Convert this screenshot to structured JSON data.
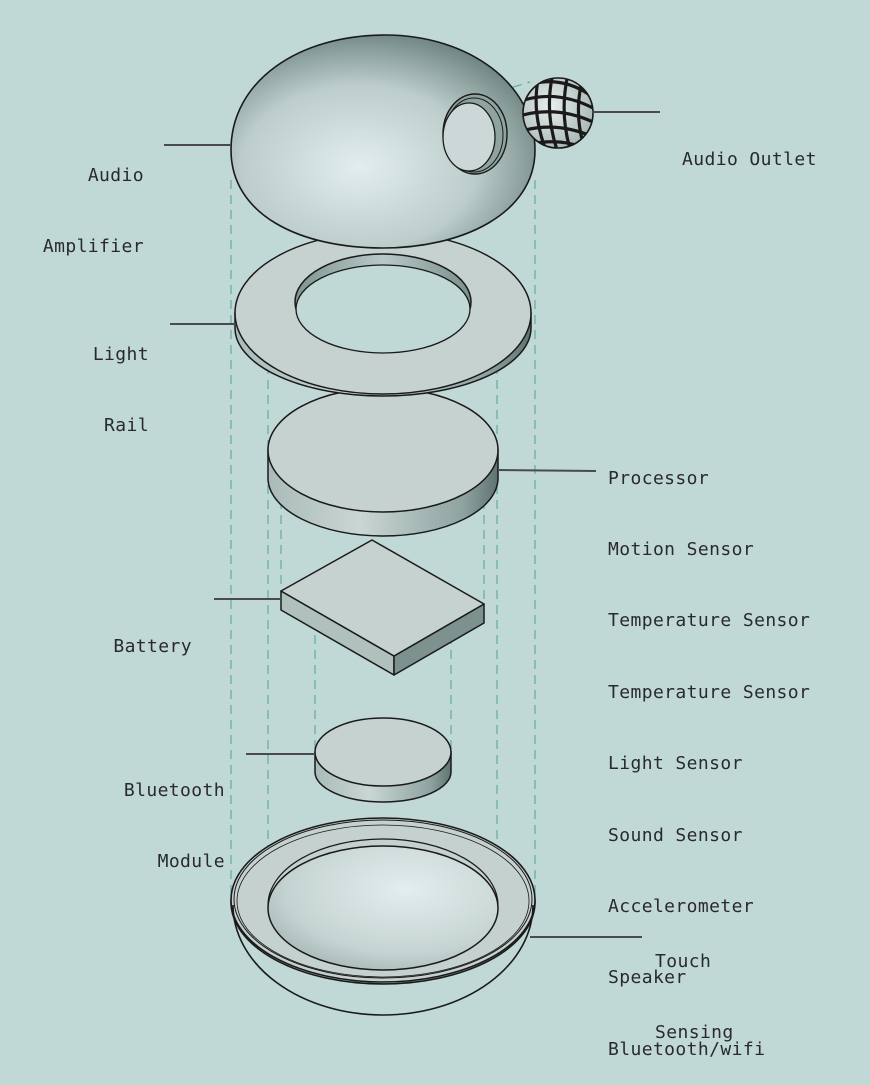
{
  "diagram": {
    "type": "exploded-view",
    "subject": "smart speaker device",
    "colors": {
      "background": "#c0d9d6",
      "part_fill": "#c6d2d0",
      "part_shade_dark": "#6f8482",
      "outline": "#1a1a1a",
      "leader_line": "#4a4a4a",
      "guide_dash": "#5fae99"
    },
    "components": [
      {
        "id": "audio-amplifier",
        "label_lines": [
          "Audio",
          "Amplifier"
        ],
        "shape": "dome-top"
      },
      {
        "id": "audio-outlet",
        "label_lines": [
          "Audio Outlet"
        ],
        "shape": "grille-sphere"
      },
      {
        "id": "light-rail",
        "label_lines": [
          "Light",
          "Rail"
        ],
        "shape": "flat-ring"
      },
      {
        "id": "main-board",
        "label_lines": [
          "Processor",
          "Motion Sensor",
          "Temperature Sensor",
          "Temperature Sensor",
          "Light Sensor",
          "Sound Sensor",
          "Accelerometer",
          "Speaker",
          "Bluetooth/wifi"
        ],
        "shape": "disc"
      },
      {
        "id": "battery",
        "label_lines": [
          "Battery"
        ],
        "shape": "box"
      },
      {
        "id": "bluetooth-module",
        "label_lines": [
          "Bluetooth",
          "Module"
        ],
        "shape": "small-disc"
      },
      {
        "id": "touch-sensing",
        "label_lines": [
          "Touch",
          "Sensing"
        ],
        "shape": "bowl-base"
      }
    ]
  }
}
